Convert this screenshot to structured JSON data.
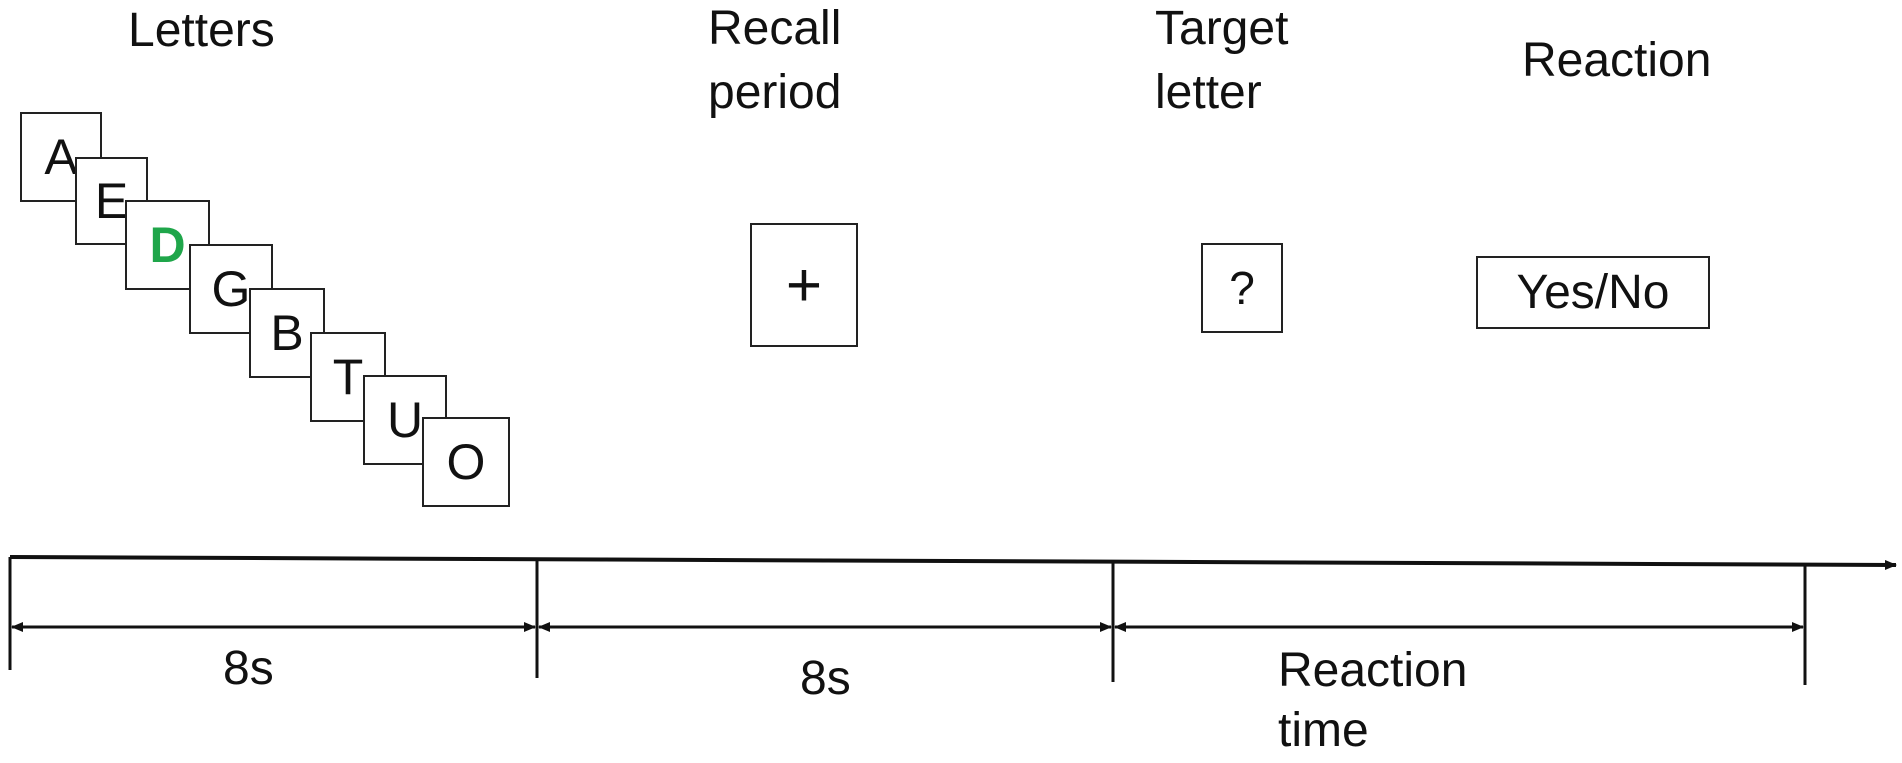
{
  "stages": {
    "letters": "Letters",
    "recall": [
      "Recall",
      "period"
    ],
    "target": [
      "Target",
      "letter"
    ],
    "reaction": "Reaction"
  },
  "letters": [
    "A",
    "E",
    "D",
    "G",
    "B",
    "T",
    "U",
    "O"
  ],
  "highlighted_letter_color": "#1fa64a",
  "fixation_symbol": "+",
  "target_symbol": "?",
  "response_options": "Yes/No",
  "durations": {
    "letters": "8s",
    "recall": "8s",
    "reaction": [
      "Reaction",
      "time"
    ]
  }
}
